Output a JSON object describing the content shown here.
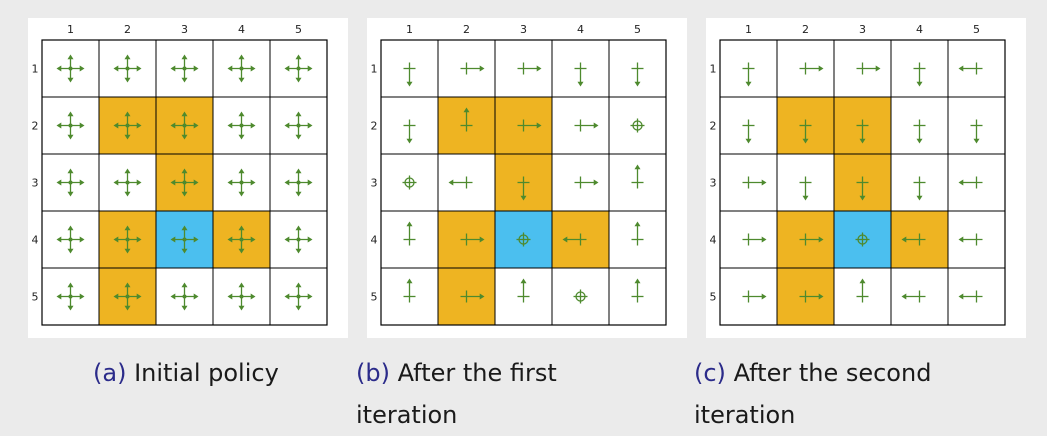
{
  "grid": {
    "col_labels": [
      "1",
      "2",
      "3",
      "4",
      "5"
    ],
    "row_labels": [
      "1",
      "2",
      "3",
      "4",
      "5"
    ]
  },
  "colors": {
    "forbidden": "#EEB422",
    "target": "#4BBFEF",
    "arrow": "#4E8A2E",
    "border": "#000000",
    "caption_label": "#2b2b8a"
  },
  "legend_note": "cell codes: o = orange (forbidden), b = blue (target), w = white; arrows: up/right/down/left = single-direction arrow, all = arrows in all directions, stay = circle (stay put)",
  "panels": [
    {
      "caption_label": "(a)",
      "caption_text": "Initial policy",
      "cells": [
        [
          "w",
          "w",
          "w",
          "w",
          "w"
        ],
        [
          "w",
          "o",
          "o",
          "w",
          "w"
        ],
        [
          "w",
          "w",
          "o",
          "w",
          "w"
        ],
        [
          "w",
          "o",
          "b",
          "o",
          "w"
        ],
        [
          "w",
          "o",
          "w",
          "w",
          "w"
        ]
      ],
      "arrows": [
        [
          "all",
          "all",
          "all",
          "all",
          "all"
        ],
        [
          "all",
          "all",
          "all",
          "all",
          "all"
        ],
        [
          "all",
          "all",
          "all",
          "all",
          "all"
        ],
        [
          "all",
          "all",
          "all",
          "all",
          "all"
        ],
        [
          "all",
          "all",
          "all",
          "all",
          "all"
        ]
      ]
    },
    {
      "caption_label": "(b)",
      "caption_text": "After the first iteration",
      "cells": [
        [
          "w",
          "w",
          "w",
          "w",
          "w"
        ],
        [
          "w",
          "o",
          "o",
          "w",
          "w"
        ],
        [
          "w",
          "w",
          "o",
          "w",
          "w"
        ],
        [
          "w",
          "o",
          "b",
          "o",
          "w"
        ],
        [
          "w",
          "o",
          "w",
          "w",
          "w"
        ]
      ],
      "arrows": [
        [
          "down",
          "right",
          "right",
          "down",
          "down"
        ],
        [
          "down",
          "up",
          "right",
          "right",
          "stay"
        ],
        [
          "stay",
          "left",
          "down",
          "right",
          "up"
        ],
        [
          "up",
          "right",
          "stay",
          "left",
          "up"
        ],
        [
          "up",
          "right",
          "up",
          "stay",
          "up"
        ]
      ]
    },
    {
      "caption_label": "(c)",
      "caption_text": "After the second iteration",
      "cells": [
        [
          "w",
          "w",
          "w",
          "w",
          "w"
        ],
        [
          "w",
          "o",
          "o",
          "w",
          "w"
        ],
        [
          "w",
          "w",
          "o",
          "w",
          "w"
        ],
        [
          "w",
          "o",
          "b",
          "o",
          "w"
        ],
        [
          "w",
          "o",
          "w",
          "w",
          "w"
        ]
      ],
      "arrows": [
        [
          "down",
          "right",
          "right",
          "down",
          "left"
        ],
        [
          "down",
          "down",
          "down",
          "down",
          "down"
        ],
        [
          "right",
          "down",
          "down",
          "down",
          "left"
        ],
        [
          "right",
          "right",
          "stay",
          "left",
          "left"
        ],
        [
          "right",
          "right",
          "up",
          "left",
          "left"
        ]
      ]
    }
  ]
}
